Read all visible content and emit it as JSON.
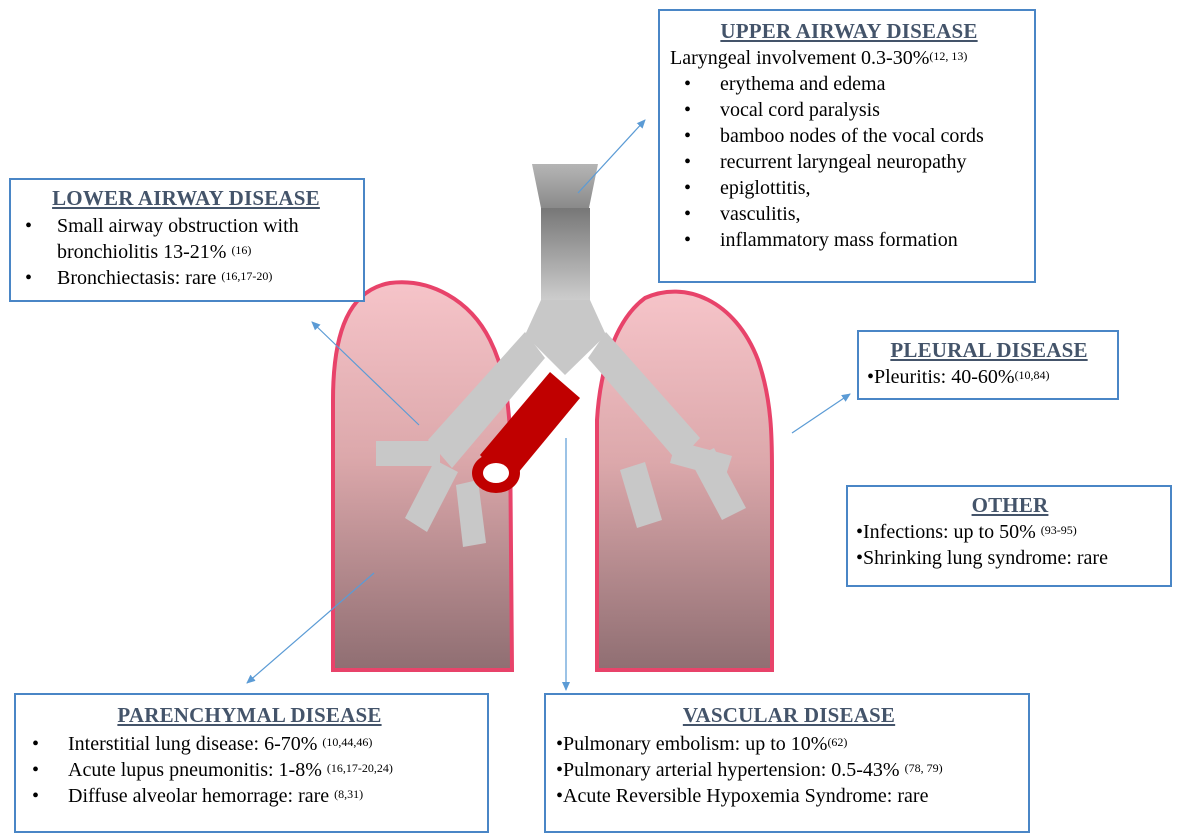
{
  "upper_airway": {
    "title": "UPPER AIRWAY DISEASE",
    "intro_text": "Laryngeal involvement 0.3-30%",
    "intro_ref": "(12, 13)",
    "bullets": [
      "erythema and edema",
      "vocal cord paralysis",
      "bamboo nodes of the vocal cords",
      "recurrent laryngeal neuropathy",
      "epiglottitis,",
      "vasculitis,",
      "inflammatory mass formation"
    ]
  },
  "lower_airway": {
    "title": "LOWER AIRWAY DISEASE",
    "item1_line1": "Small airway obstruction with",
    "item1_line2": "bronchiolitis 13-21% ",
    "item1_ref": "(16)",
    "item2_text": "Bronchiectasis: rare ",
    "item2_ref": "(16,17-20)"
  },
  "pleural": {
    "title": "PLEURAL DISEASE",
    "item_text": "•Pleuritis: 40-60%",
    "item_ref": "(10,84)"
  },
  "other": {
    "title": "OTHER",
    "item1_text": "•Infections: up to 50% ",
    "item1_ref": "(93-95)",
    "item2_text": "•Shrinking lung syndrome: rare"
  },
  "parenchymal": {
    "title": "PARENCHYMAL DISEASE",
    "items": [
      {
        "text": "Interstitial lung disease: 6-70% ",
        "ref": "(10,44,46)"
      },
      {
        "text": "Acute lupus pneumonitis: 1-8% ",
        "ref": "(16,17-20,24)"
      },
      {
        "text": "Diffuse alveolar hemorrage: rare ",
        "ref": "(8,31)"
      }
    ]
  },
  "vascular": {
    "title": "VASCULAR DISEASE",
    "items": [
      {
        "text": "•Pulmonary embolism: up to 10%",
        "ref": "(62)"
      },
      {
        "text": "•Pulmonary arterial hypertension: 0.5-43% ",
        "ref": "(78, 79)"
      },
      {
        "text": "•Acute Reversible Hypoxemia Syndrome: rare",
        "ref": ""
      }
    ]
  },
  "bullet_char": "•",
  "colors": {
    "box_border": "#4a86c6",
    "heading": "#44546a",
    "arrow": "#5b9bd5",
    "lung_outline": "#e8436a",
    "lung_fill_top": "#f6c4c9",
    "lung_fill_bottom": "#8f6e72",
    "airway_gray": "#c8c8c8",
    "vessel_red": "#c00000"
  }
}
